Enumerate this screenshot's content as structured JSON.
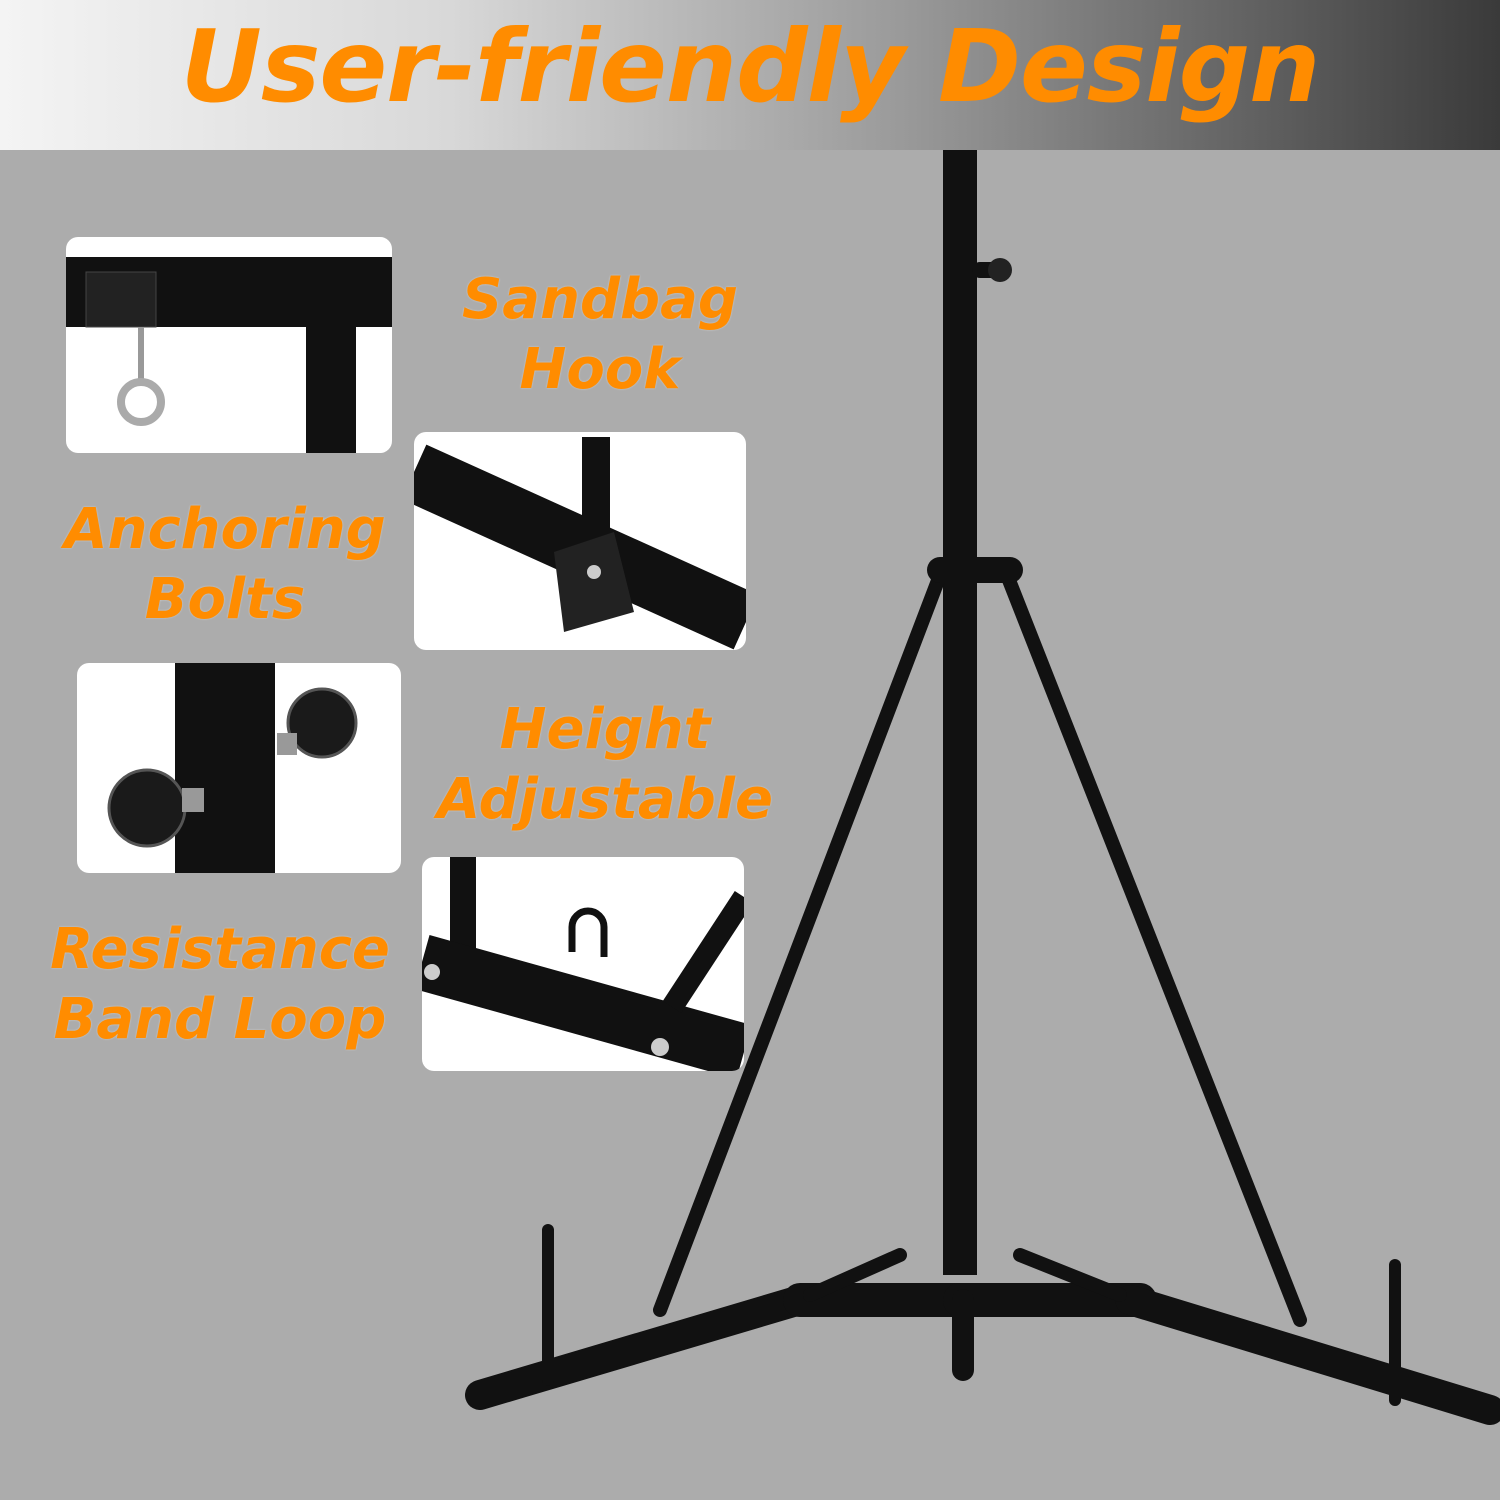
{
  "title": "User-friendly Design",
  "features": [
    {
      "line1": "Sandbag",
      "line2": "Hook"
    },
    {
      "line1": "Anchoring",
      "line2": "Bolts"
    },
    {
      "line1": "Height",
      "line2": "Adjustable"
    },
    {
      "line1": "Resistance",
      "line2": "Band Loop"
    }
  ],
  "colors": {
    "accent": "#ff8c00",
    "background": "#acacac",
    "frame": "#111111"
  }
}
